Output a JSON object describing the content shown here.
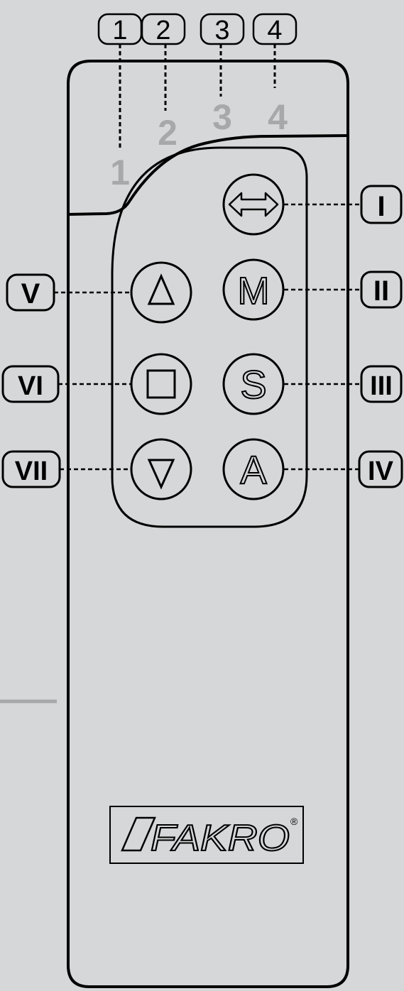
{
  "colors": {
    "background": "#d6d7d9",
    "outline": "#000000",
    "channel_digit": "#a7a8aa",
    "leader_line": "#a7a8aa",
    "fill": "#d6d7d9"
  },
  "channel_callouts": [
    "1",
    "2",
    "3",
    "4"
  ],
  "channel_indicators": [
    "1",
    "2",
    "3",
    "4"
  ],
  "buttons": [
    {
      "id": "swap",
      "glyph": "⇔",
      "icon": "double-arrow-icon",
      "callout": "I"
    },
    {
      "id": "menu",
      "glyph": "M",
      "icon": "letter-m-icon",
      "callout": "II"
    },
    {
      "id": "set",
      "glyph": "S",
      "icon": "letter-s-icon",
      "callout": "III"
    },
    {
      "id": "auto",
      "glyph": "A",
      "icon": "letter-a-icon",
      "callout": "IV"
    },
    {
      "id": "up",
      "glyph": "△",
      "icon": "up-triangle-icon",
      "callout": "V"
    },
    {
      "id": "stop",
      "glyph": "□",
      "icon": "stop-square-icon",
      "callout": "VI"
    },
    {
      "id": "down",
      "glyph": "▽",
      "icon": "down-triangle-icon",
      "callout": "VII"
    }
  ],
  "logo": {
    "text": "FAKRO",
    "mark": "®"
  }
}
